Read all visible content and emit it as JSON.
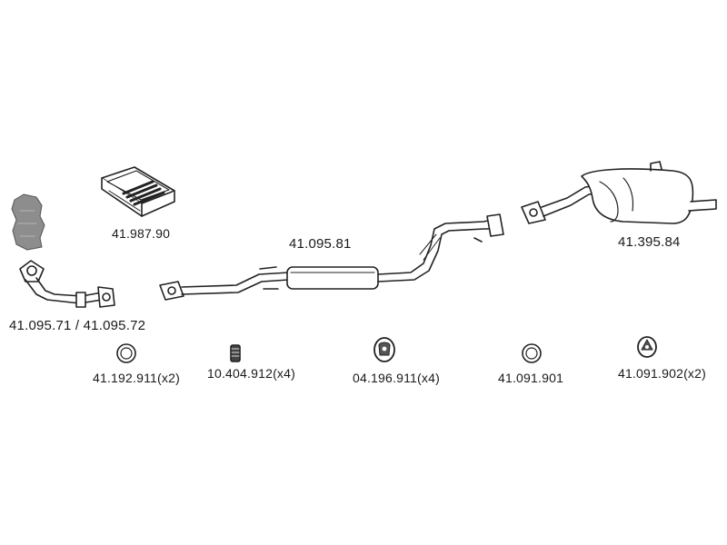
{
  "diagram": {
    "parts": [
      {
        "number": "41.987.90",
        "kind": "mounting-kit"
      },
      {
        "number": "41.095.71 / 41.095.72",
        "kind": "front-pipe"
      },
      {
        "number": "41.095.81",
        "kind": "middle-silencer"
      },
      {
        "number": "41.395.84",
        "kind": "rear-silencer"
      },
      {
        "number": "41.192.911(x2)",
        "kind": "gasket-ring"
      },
      {
        "number": "10.404.912(x4)",
        "kind": "spring"
      },
      {
        "number": "04.196.911(x4)",
        "kind": "rubber-hanger"
      },
      {
        "number": "41.091.901",
        "kind": "gasket-ring"
      },
      {
        "number": "41.091.902(x2)",
        "kind": "rubber-hanger"
      }
    ]
  }
}
